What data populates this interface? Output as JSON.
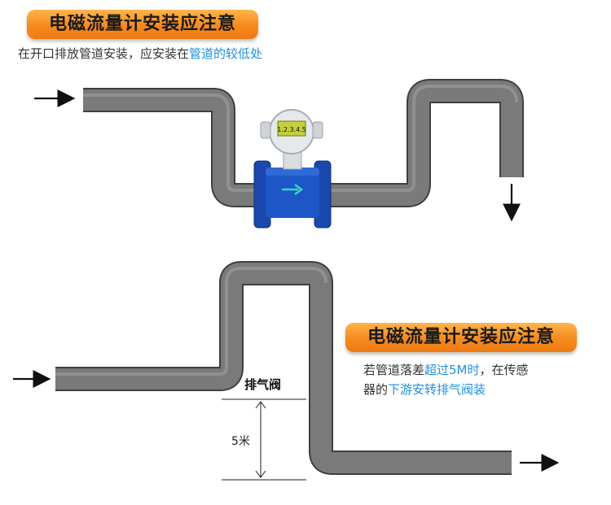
{
  "section1": {
    "title": "电磁流量计安装应注意",
    "note_prefix": "在开口排放管道安装，应安装在",
    "note_highlight": "管道的较低处"
  },
  "section2": {
    "title": "电磁流量计安装应注意",
    "note_line1_prefix": "若管道落差",
    "note_line1_highlight": "超过5M时",
    "note_line1_suffix": "，在传感",
    "note_line2_prefix": "器的",
    "note_line2_highlight": "下游安转排气阀装",
    "valve_label": "排气阀",
    "height_label": "5米"
  },
  "meter": {
    "display": "1.2.3.4.5"
  },
  "colors": {
    "pipe": "#6f6f6f",
    "meter_body": "#1b4fb8",
    "accent": "#f58a1f",
    "highlight": "#1f8fe0"
  }
}
